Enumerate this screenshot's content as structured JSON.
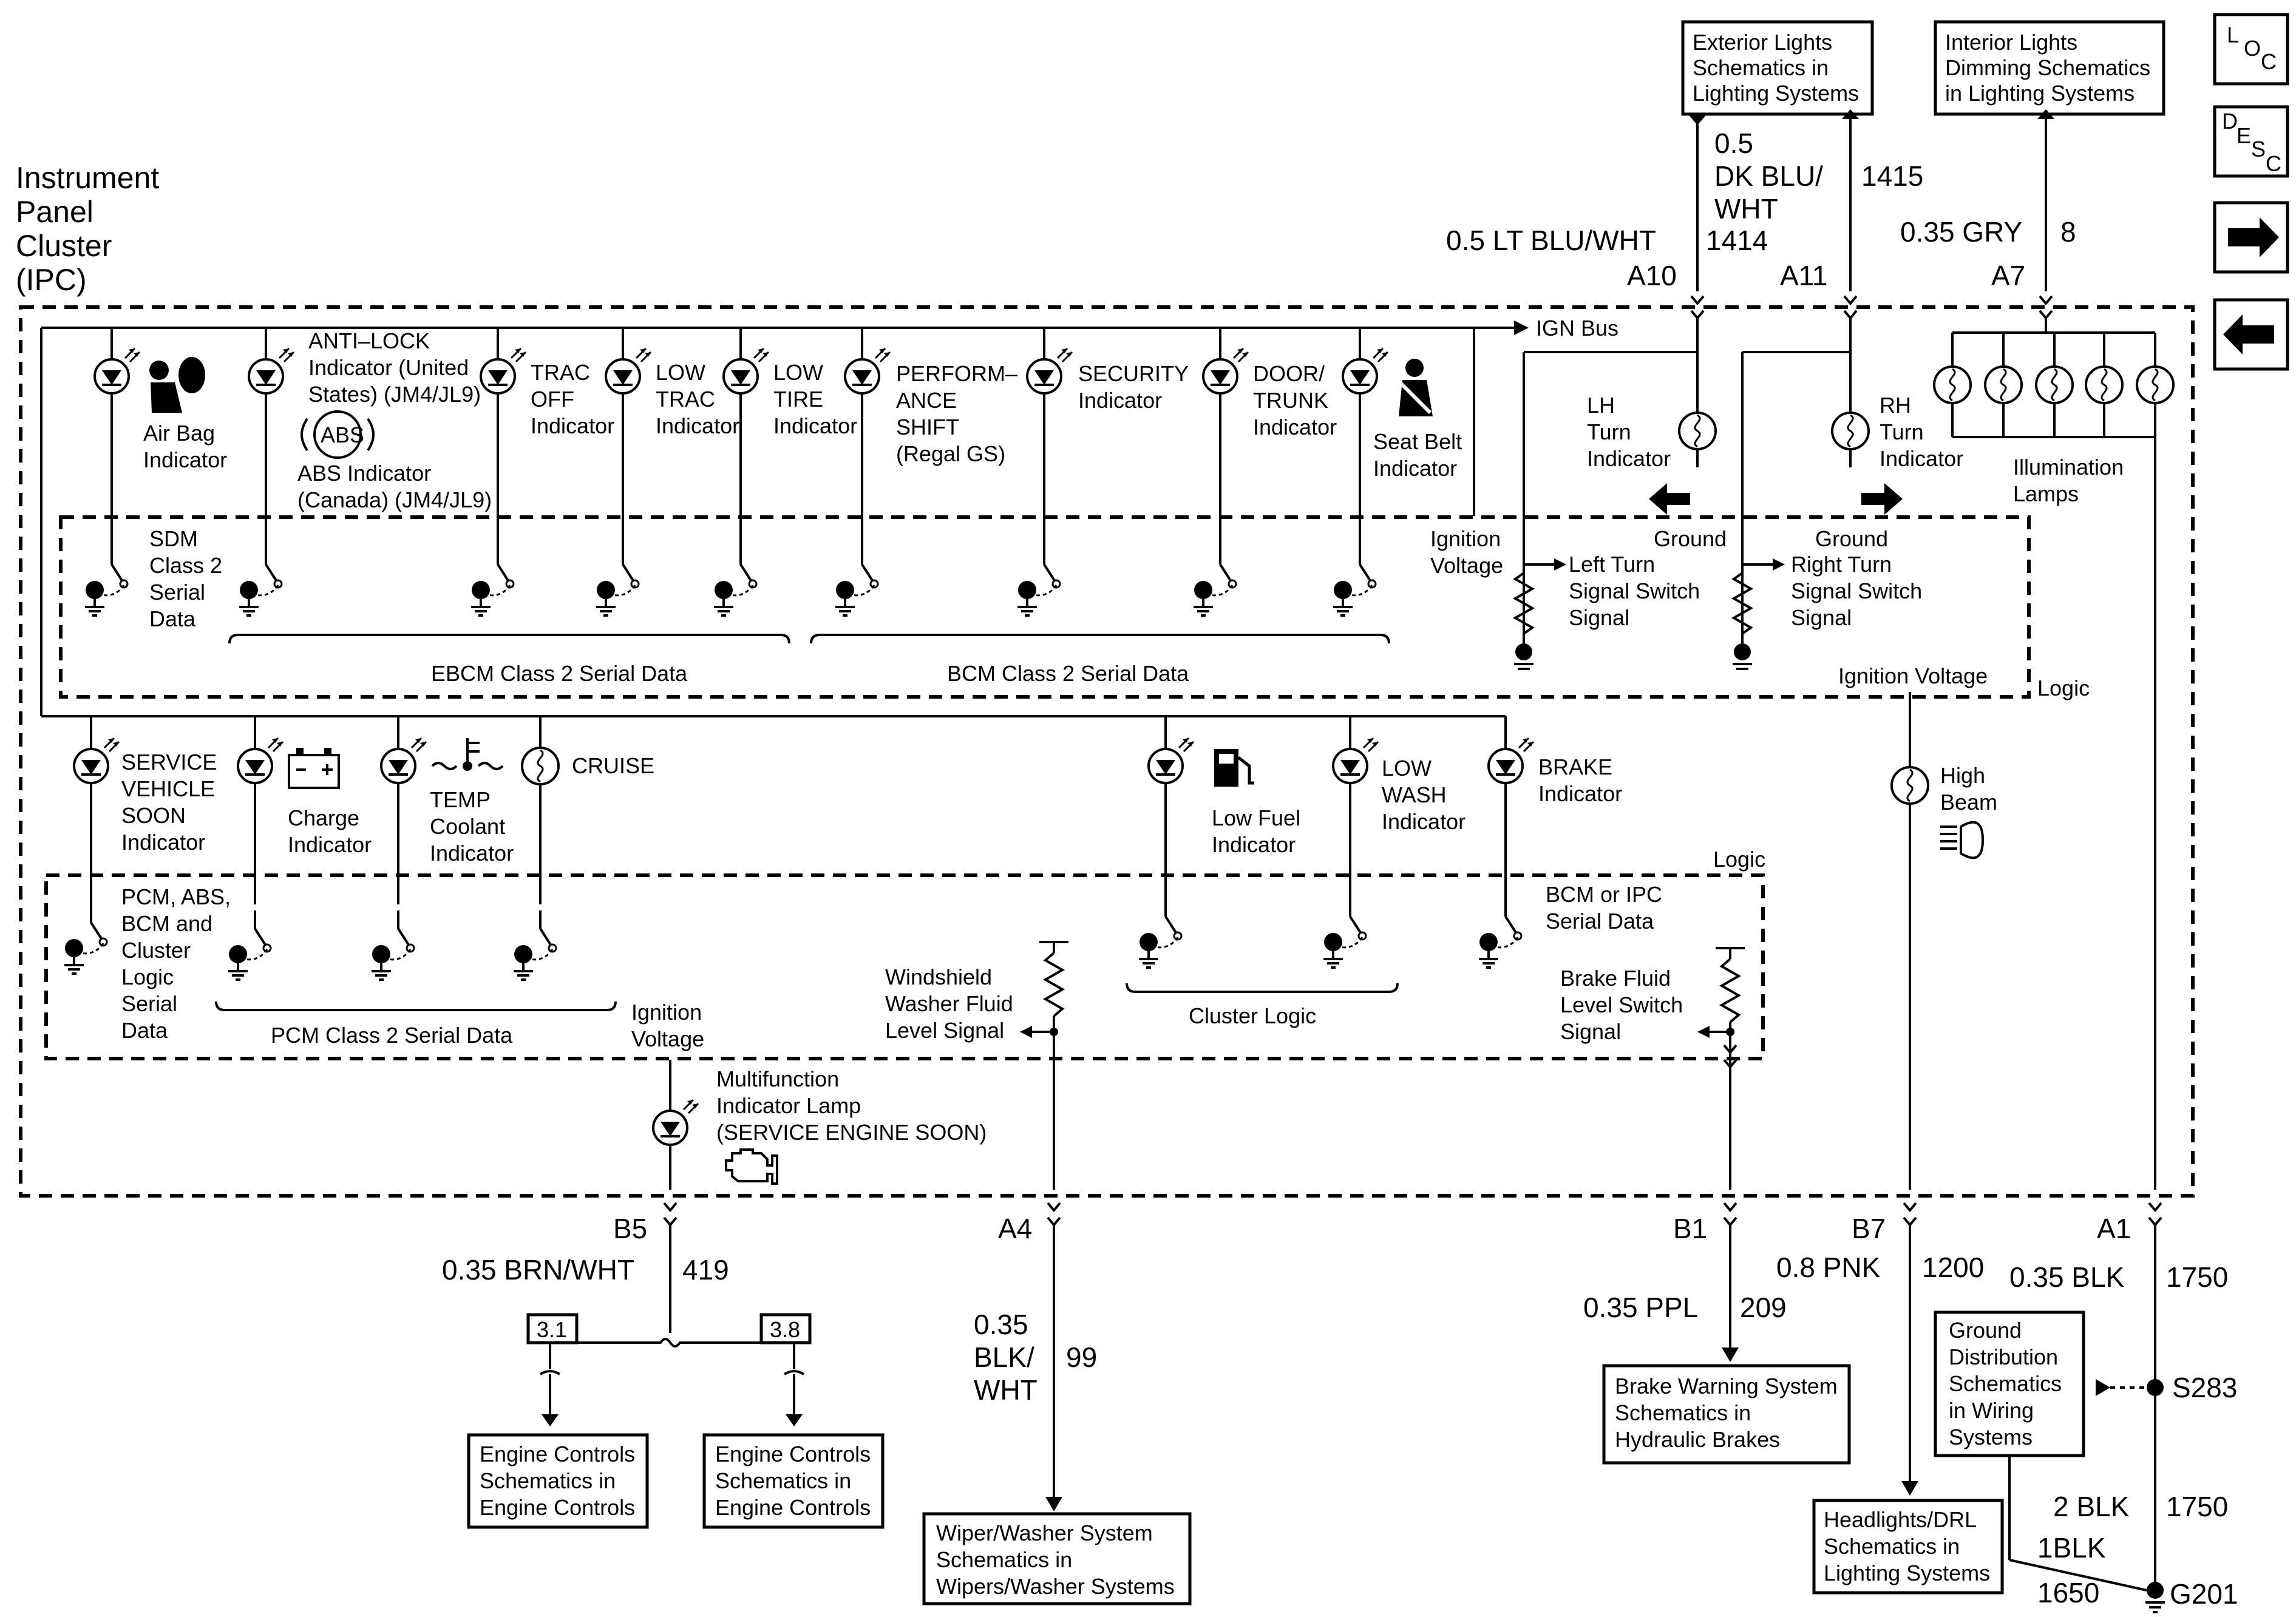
{
  "title": [
    "Instrument",
    "Panel",
    "Cluster",
    "(IPC)"
  ],
  "nav_icons": [
    "loc-icon",
    "desc-icon",
    "arrow-right-icon",
    "arrow-left-icon"
  ],
  "nav_labels": {
    "loc": [
      "L",
      "O",
      "C"
    ],
    "desc": [
      "D",
      "E",
      "S",
      "C"
    ]
  },
  "top_refs": {
    "exterior": [
      "Exterior Lights",
      "Schematics in",
      "Lighting Systems"
    ],
    "interior": [
      "Interior Lights",
      "Dimming Schematics",
      "in Lighting Systems"
    ]
  },
  "top_wires": {
    "a10": {
      "pin": "A10",
      "color": "0.5 LT BLU/WHT",
      "circuit": "1414"
    },
    "a11": {
      "pin": "A11",
      "color": [
        "0.5",
        "DK BLU/",
        "WHT"
      ],
      "circuit": "1415"
    },
    "a7": {
      "pin": "A7",
      "color": "0.35 GRY",
      "circuit": "8"
    }
  },
  "ign_bus": "IGN Bus",
  "upper_indicators": {
    "airbag": [
      "Air Bag",
      "Indicator"
    ],
    "antilock": [
      "ANTI–LOCK",
      "Indicator (United",
      "States) (JM4/JL9)"
    ],
    "abs_symbol": "ABS",
    "abs_canada": [
      "ABS Indicator",
      "(Canada) (JM4/JL9)"
    ],
    "trac_off": [
      "TRAC",
      "OFF",
      "Indicator"
    ],
    "low_trac": [
      "LOW",
      "TRAC",
      "Indicator"
    ],
    "low_tire": [
      "LOW",
      "TIRE",
      "Indicator"
    ],
    "performance": [
      "PERFORM–",
      "ANCE",
      "SHIFT",
      "(Regal GS)"
    ],
    "security": [
      "SECURITY",
      "Indicator"
    ],
    "door": [
      "DOOR/",
      "TRUNK",
      "Indicator"
    ],
    "seatbelt": [
      "Seat Belt",
      "Indicator"
    ]
  },
  "upper_logic": {
    "sdm": [
      "SDM",
      "Class 2",
      "Serial",
      "Data"
    ],
    "ebcm": "EBCM Class 2 Serial Data",
    "bcm": "BCM Class 2 Serial Data",
    "ignition_voltage": [
      "Ignition",
      "Voltage"
    ],
    "left_turn": [
      "Left Turn",
      "Signal Switch",
      "Signal"
    ],
    "right_turn": [
      "Right Turn",
      "Signal Switch",
      "Signal"
    ],
    "ground": "Ground",
    "ignition_voltage_2": "Ignition Voltage",
    "logic": "Logic"
  },
  "turn": {
    "lh": [
      "LH",
      "Turn",
      "Indicator"
    ],
    "rh": [
      "RH",
      "Turn",
      "Indicator"
    ],
    "illum": [
      "Illumination",
      "Lamps"
    ]
  },
  "lower_indicators": {
    "service": [
      "SERVICE",
      "VEHICLE",
      "SOON",
      "Indicator"
    ],
    "charge": [
      "Charge",
      "Indicator"
    ],
    "temp": [
      "TEMP",
      "Coolant",
      "Indicator"
    ],
    "cruise": "CRUISE",
    "low_fuel": [
      "Low Fuel",
      "Indicator"
    ],
    "low_wash": [
      "LOW",
      "WASH",
      "Indicator"
    ],
    "brake": [
      "BRAKE",
      "Indicator"
    ],
    "high_beam": [
      "High",
      "Beam"
    ]
  },
  "lower_logic": {
    "pcm_abs": [
      "PCM, ABS,",
      "BCM and",
      "Cluster",
      "Logic",
      "Serial",
      "Data"
    ],
    "pcm_class2": "PCM Class 2 Serial Data",
    "cluster_logic": "Cluster Logic",
    "bcm_ipc": [
      "BCM or IPC",
      "Serial Data"
    ],
    "washer": [
      "Windshield",
      "Washer Fluid",
      "Level Signal"
    ],
    "brake_fluid": [
      "Brake Fluid",
      "Level Switch",
      "Signal"
    ],
    "ignition_voltage": [
      "Ignition",
      "Voltage"
    ],
    "logic": "Logic"
  },
  "mil": [
    "Multifunction",
    "Indicator Lamp",
    "(SERVICE ENGINE SOON)"
  ],
  "bottom_wires": {
    "b5": {
      "pin": "B5",
      "color": "0.35 BRN/WHT",
      "circuit": "419"
    },
    "a4": {
      "pin": "A4",
      "color": [
        "0.35",
        "BLK/",
        "WHT"
      ],
      "circuit": "99"
    },
    "b1": {
      "pin": "B1",
      "color": "0.35 PPL",
      "circuit": "209"
    },
    "b7": {
      "pin": "B7",
      "color": "0.8 PNK",
      "circuit": "1200"
    },
    "a1": {
      "pin": "A1",
      "color": "0.35 BLK",
      "circuit": "1750"
    }
  },
  "page_refs": [
    "3.1",
    "3.8"
  ],
  "bottom_refs": {
    "engine1": [
      "Engine Controls",
      "Schematics in",
      "Engine Controls"
    ],
    "engine2": [
      "Engine Controls",
      "Schematics in",
      "Engine Controls"
    ],
    "wiper": [
      "Wiper/Washer System",
      "Schematics in",
      "Wipers/Washer Systems"
    ],
    "brake": [
      "Brake Warning System",
      "Schematics in",
      "Hydraulic Brakes"
    ],
    "headlights": [
      "Headlights/DRL",
      "Schematics in",
      "Lighting Systems"
    ],
    "ground": [
      "Ground",
      "Distribution",
      "Schematics",
      "in Wiring",
      "Systems"
    ]
  },
  "splice": "S283",
  "ground_wires": {
    "w2": "2 BLK",
    "c2": "1750",
    "w3": "1BLK",
    "c3": "1650"
  },
  "ground_point": "G201"
}
